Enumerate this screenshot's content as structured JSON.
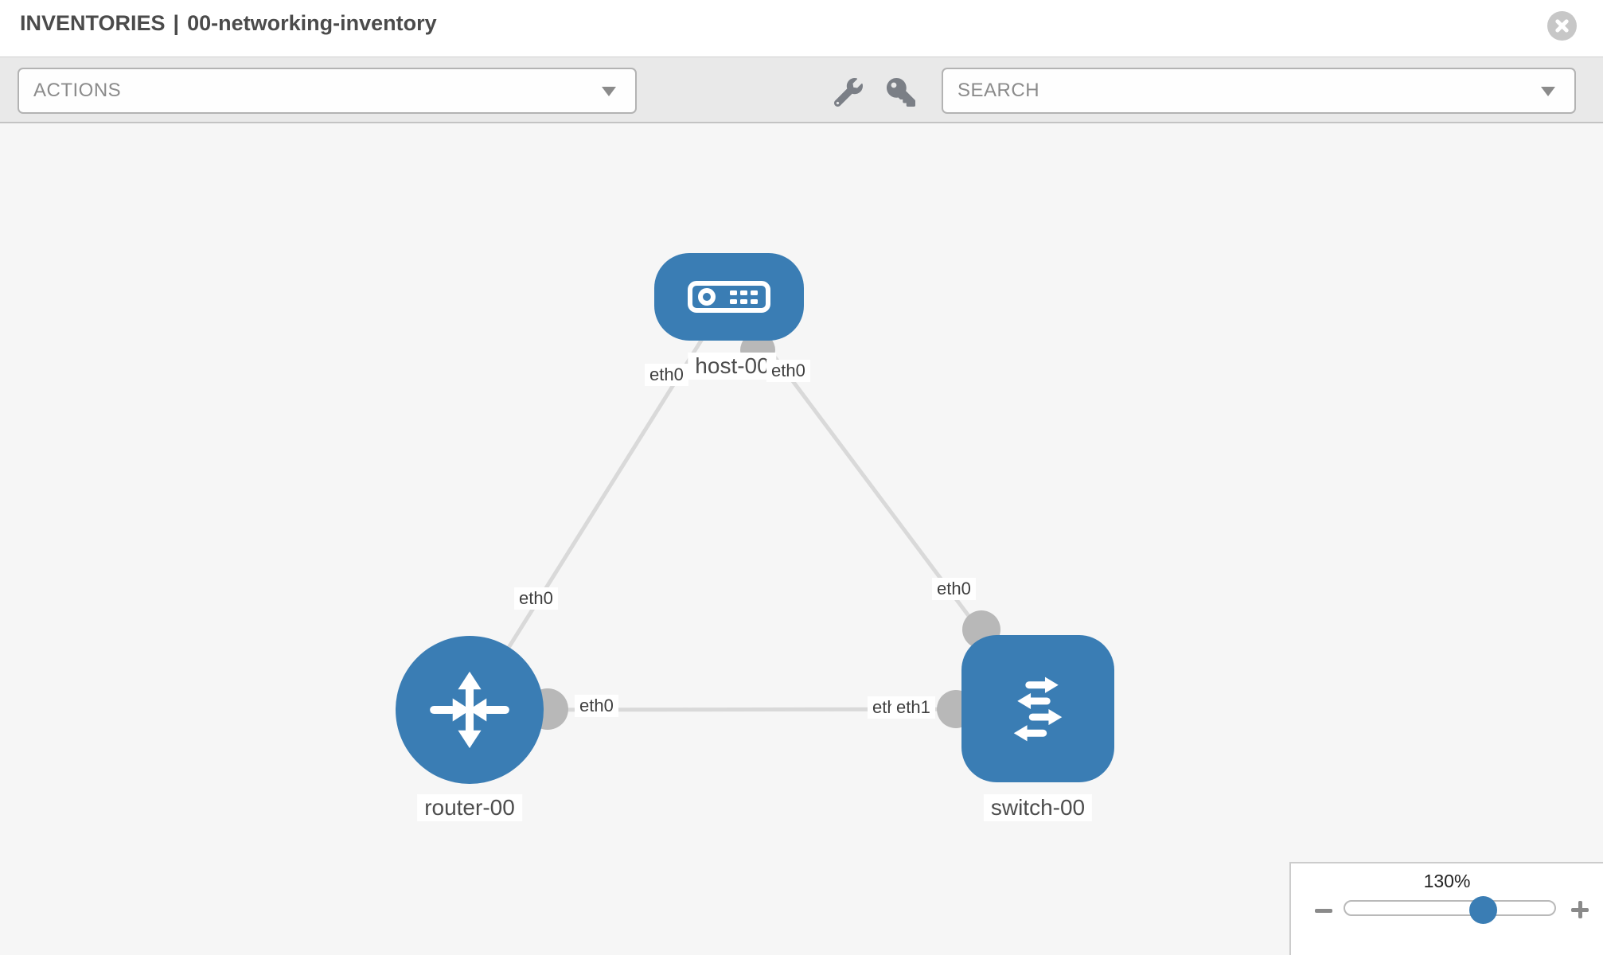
{
  "header": {
    "section": "INVENTORIES",
    "separator": "|",
    "inventory_name": "00-networking-inventory"
  },
  "toolbar": {
    "actions_placeholder": "ACTIONS",
    "search_placeholder": "SEARCH"
  },
  "icons": {
    "close": "circle-x",
    "actions_dropdown": "chevron-down",
    "search_dropdown": "chevron-down",
    "tools": "wrench",
    "credentials": "key",
    "zoom_out": "minus",
    "zoom_in": "plus",
    "host_node": "server-front",
    "router_node": "four-way-arrows",
    "switch_node": "alternating-arrows"
  },
  "colors": {
    "node_blue": "#3a7db4",
    "link_gray": "#d9d9d9",
    "interface_dot_gray": "#b8b8b8",
    "canvas_background": "#f6f6f6",
    "toolbar_background": "#e9e9e9"
  },
  "topology": {
    "nodes": [
      {
        "id": "host-00",
        "type": "host",
        "label": "host-00"
      },
      {
        "id": "router-00",
        "type": "router",
        "label": "router-00"
      },
      {
        "id": "switch-00",
        "type": "switch",
        "label": "switch-00"
      }
    ],
    "links": [
      {
        "id": "host-router",
        "labels": {
          "host_end": "eth0",
          "router_end": "eth0"
        }
      },
      {
        "id": "host-switch",
        "labels": {
          "host_end": "eth0",
          "switch_end": "eth0"
        }
      },
      {
        "id": "router-switch",
        "labels": {
          "router_end": "eth0",
          "switch_end_back": "eth0",
          "switch_end_front": "eth1"
        }
      }
    ]
  },
  "zoom_control": {
    "level": "130%",
    "slider_percent": 65
  }
}
